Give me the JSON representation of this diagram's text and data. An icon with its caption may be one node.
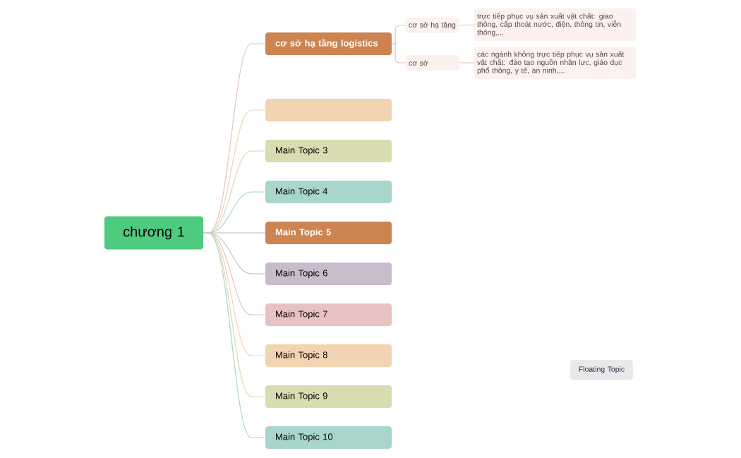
{
  "diagram": {
    "nodes": [
      {
        "text": [
          "chương 1"
        ]
      },
      {
        "text": [
          "cơ sở hạ tầng logistics"
        ]
      },
      {
        "text": [],
        "shape": "box"
      },
      {
        "text": [
          "Main Topic 3"
        ]
      },
      {
        "text": [
          "Main Topic 4"
        ]
      },
      {
        "text": [
          "Main Topic 5"
        ]
      },
      {
        "text": [
          "Main Topic 6"
        ]
      },
      {
        "text": [
          "Main Topic 7"
        ]
      },
      {
        "text": [
          "Main Topic 8"
        ]
      },
      {
        "text": [
          "Main Topic 9"
        ]
      },
      {
        "text": [
          "Main Topic 10"
        ]
      },
      {
        "text": [
          "cơ sở hạ tầng"
        ]
      },
      {
        "text": [
          "trực tiếp phục vụ sản xuất vật chất: giao thông, cấp thoát nước, điện, thông tin, viễn thông,..."
        ]
      },
      {
        "text": [
          "cơ sở"
        ]
      },
      {
        "text": [
          "các ngành không trực tiếp phục vụ sản xuất vật chất: đào tạo nguồn nhân lực, giáo dục phổ thông, y tế, an ninh,..."
        ]
      },
      {
        "text": [
          "Floating Topic"
        ]
      }
    ],
    "edges": [
      {
        "from": 0,
        "to": 1,
        "arrow": "none",
        "color": "#e8c2c0"
      },
      {
        "from": 0,
        "to": 2,
        "arrow": "none",
        "color": "#f2d4b2"
      },
      {
        "from": 0,
        "to": 3,
        "arrow": "none",
        "color": "#d8dcb0"
      },
      {
        "from": 0,
        "to": 4,
        "arrow": "none",
        "color": "#a8d5cc"
      },
      {
        "from": 0,
        "to": 5,
        "arrow": "none",
        "color": "#a8bfd8"
      },
      {
        "from": 0,
        "to": 6,
        "arrow": "none",
        "color": "#c8bccc"
      },
      {
        "from": 0,
        "to": 7,
        "arrow": "none",
        "color": "#e8c2c0"
      },
      {
        "from": 0,
        "to": 8,
        "arrow": "none",
        "color": "#f2d4b2"
      },
      {
        "from": 0,
        "to": 9,
        "arrow": "none",
        "color": "#d8dcb0"
      },
      {
        "from": 0,
        "to": 10,
        "arrow": "none",
        "color": "#a8d5cc"
      },
      {
        "from": 1,
        "to": 11,
        "arrow": "none",
        "color": "#e8c2c0"
      },
      {
        "from": 1,
        "to": 13,
        "arrow": "none",
        "color": "#e8c2c0"
      },
      {
        "from": 11,
        "to": 12,
        "arrow": "none",
        "color": "#e8c2c0"
      },
      {
        "from": 13,
        "to": 14,
        "arrow": "none",
        "color": "#e8c2c0"
      }
    ]
  }
}
